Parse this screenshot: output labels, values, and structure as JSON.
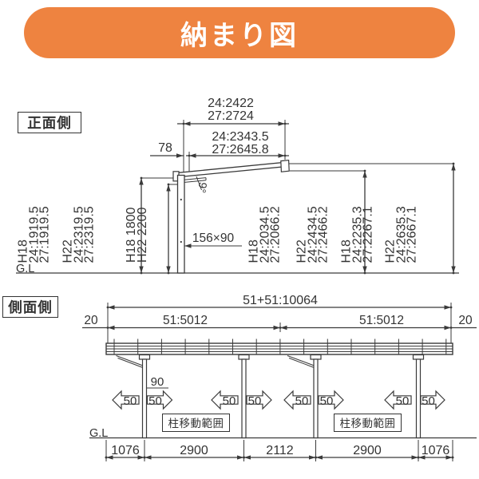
{
  "banner": {
    "title": "納まり図"
  },
  "front": {
    "label": "正面側",
    "gl": "G.L",
    "top_dim_outer": {
      "line1": "24:2422",
      "line2": "27:2724"
    },
    "top_dim_inner": {
      "line1": "24:2343.5",
      "line2": "27:2645.8"
    },
    "offset_78": "78",
    "angle": "9°",
    "post_section": "156×90",
    "vgroups": [
      {
        "lines": [
          "H18",
          "24:1919.5",
          "27:1919.5"
        ]
      },
      {
        "lines": [
          "H22",
          "24:2319.5",
          "27:2319.5"
        ]
      },
      {
        "lines": [
          "H18 1800",
          "H22 2200"
        ]
      },
      {
        "lines": [
          "H18",
          "24:2034.5",
          "27:2066.2"
        ]
      },
      {
        "lines": [
          "H22",
          "24:2434.5",
          "27:2466.2"
        ]
      },
      {
        "lines": [
          "H18",
          "24:2235.3",
          "27:2267.1"
        ]
      },
      {
        "lines": [
          "H22",
          "24:2635.3",
          "27:2667.1"
        ]
      }
    ]
  },
  "side": {
    "label": "側面側",
    "gl": "G.L",
    "total_dim": "51+51:10064",
    "half_dim": "51:5012",
    "end_offset": "20",
    "post_width": "90",
    "move_range": "50",
    "move_range_label": "柱移動範囲",
    "bottom_dims": [
      "1076",
      "2900",
      "2112",
      "2900",
      "1076"
    ]
  },
  "colors": {
    "accent": "#EE8340",
    "line": "#3a3a3a"
  }
}
